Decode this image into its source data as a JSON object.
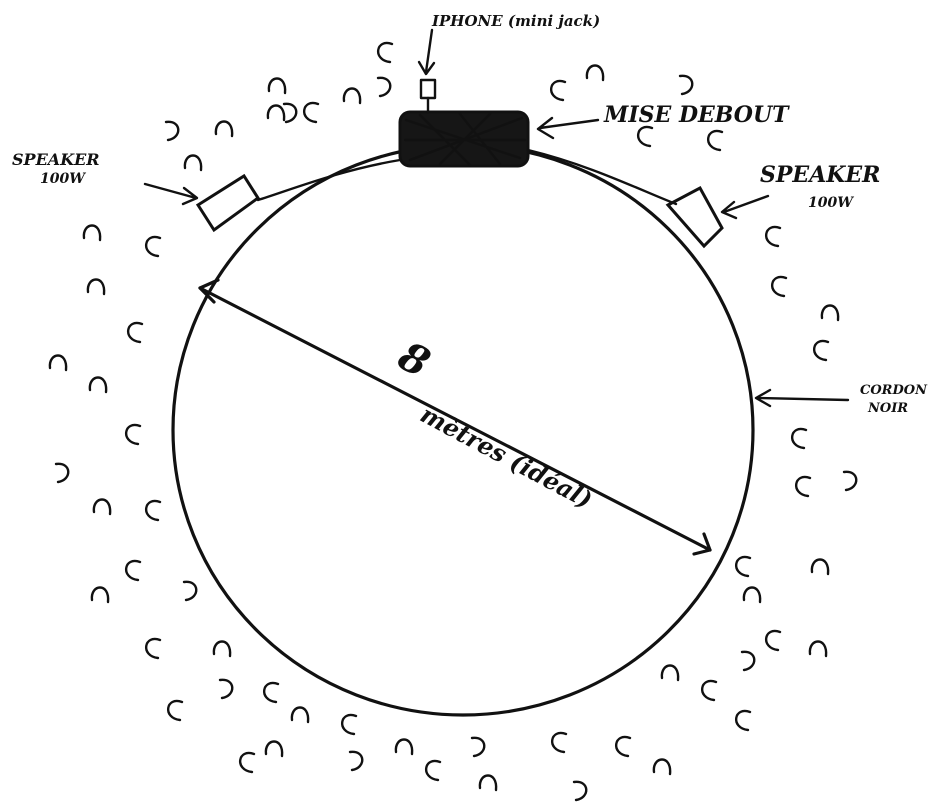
{
  "labels": {
    "iphone": "IPHONE (mini jack)",
    "mise_debout": "MISE DEBOUT",
    "speaker_left_line1": "SPEAKER",
    "speaker_left_line2": "100W",
    "speaker_right_line1": "SPEAKER",
    "speaker_right_line2": "100W",
    "cordon_line1": "CORDON",
    "cordon_line2": "NOIR",
    "diameter_value": "8",
    "diameter_text": "mètres (idéal)"
  },
  "colors": {
    "ink": "#111111",
    "paper": "#ffffff"
  },
  "icons": [
    "audience-mark",
    "speaker-box",
    "phone-icon",
    "arrow"
  ]
}
